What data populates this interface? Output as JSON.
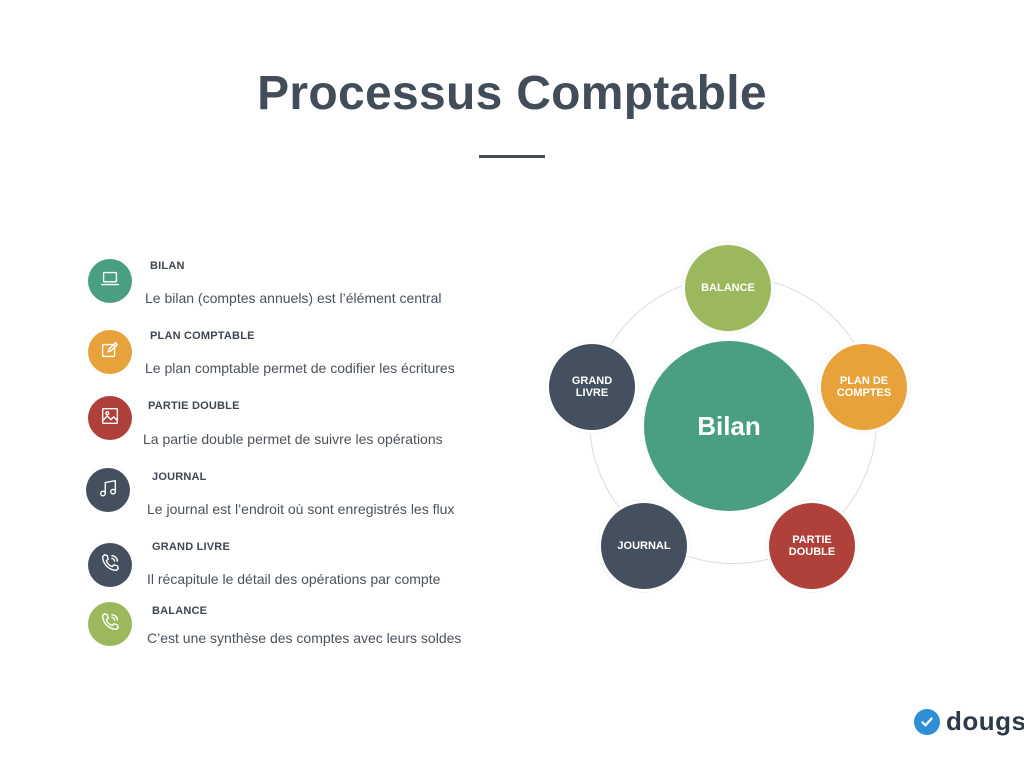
{
  "header": {
    "title": "Processus Comptable"
  },
  "list": {
    "items": [
      {
        "title": "BILAN",
        "description": "Le bilan (comptes annuels) est l’élément central",
        "color": "#4a9e82",
        "icon": "laptop-icon"
      },
      {
        "title": "PLAN COMPTABLE",
        "description": "Le plan comptable permet de codifier les écritures",
        "color": "#e8a23b",
        "icon": "edit-icon"
      },
      {
        "title": "PARTIE DOUBLE",
        "description": "La partie double permet de suivre les opérations",
        "color": "#b0413a",
        "icon": "image-icon"
      },
      {
        "title": "JOURNAL",
        "description": "Le journal est l’endroit où sont enregistrés les flux",
        "color": "#45505e",
        "icon": "music-note-icon"
      },
      {
        "title": "GRAND LIVRE",
        "description": "Il récapitule le détail des opérations par compte",
        "color": "#45505e",
        "icon": "phone-icon"
      },
      {
        "title": "BALANCE",
        "description": "C’est une synthèse des comptes avec leurs soldes",
        "color": "#9bb85c",
        "icon": "phone-icon"
      }
    ]
  },
  "diagram": {
    "center": {
      "label": "Bilan",
      "color": "#4a9e82"
    },
    "nodes": [
      {
        "label": "BALANCE",
        "color": "#9bb85c"
      },
      {
        "label": "PLAN DE\nCOMPTES",
        "color": "#e8a23b"
      },
      {
        "label": "PARTIE\nDOUBLE",
        "color": "#b0413a"
      },
      {
        "label": "JOURNAL",
        "color": "#45505e"
      },
      {
        "label": "GRAND\nLIVRE",
        "color": "#45505e"
      }
    ]
  },
  "brand": {
    "name": "dougs",
    "color": "#2f8fd6"
  }
}
